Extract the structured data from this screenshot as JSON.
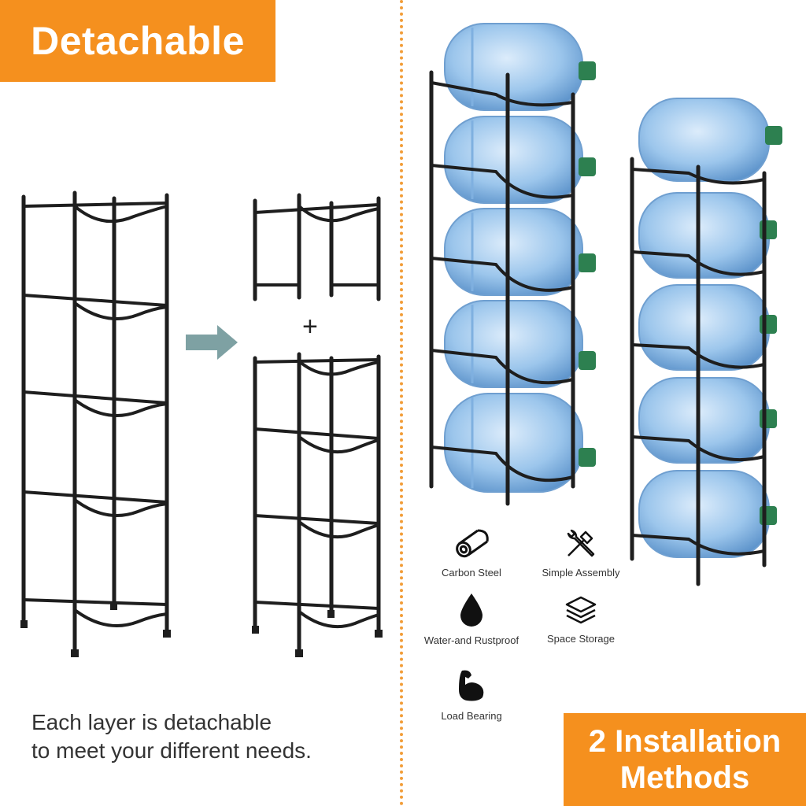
{
  "left_panel": {
    "badge": "Detachable",
    "caption_line1": "Each layer is detachable",
    "caption_line2": "to meet your different needs."
  },
  "right_panel": {
    "badge_line1": "2 Installation",
    "badge_line2": "Methods",
    "features": [
      {
        "label": "Carbon Steel",
        "icon": "pipe-icon"
      },
      {
        "label": "Simple Assembly",
        "icon": "tools-icon"
      },
      {
        "label": "Water-and Rustproof",
        "icon": "water-drop-icon"
      },
      {
        "label": "Space Storage",
        "icon": "layers-icon"
      },
      {
        "label": "Load Bearing",
        "icon": "muscle-arm-icon"
      }
    ]
  },
  "colors": {
    "accent": "#f5901e",
    "rack": "#1e1e1e",
    "bottle": "#9cc6ec",
    "cap": "#2d8050"
  }
}
